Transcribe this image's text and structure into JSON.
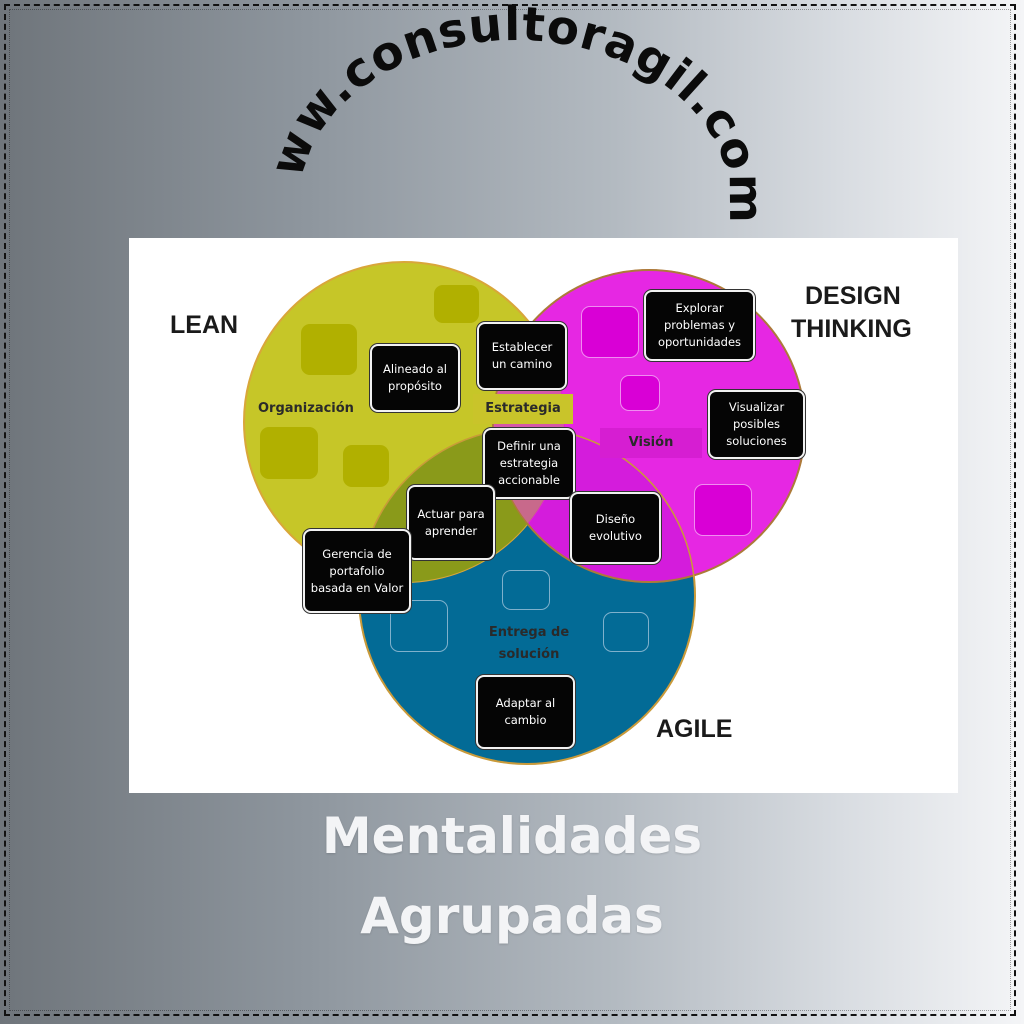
{
  "website": "www.consultoragil.com",
  "caption": {
    "line1": "Mentalidades",
    "line2": "Agrupadas"
  },
  "colors": {
    "lean": "#c4c41f",
    "design_thinking": "#e417e1",
    "agile": "#036b96",
    "box_bg": "#050505",
    "caption": "#f3f4f6"
  },
  "circles": {
    "lean": "LEAN",
    "design_thinking_line1": "DESIGN",
    "design_thinking_line2": "THINKING",
    "agile": "AGILE"
  },
  "areas": {
    "organizacion": "Organización",
    "estrategia": "Estrategia",
    "vision": "Visión",
    "entrega_line1": "Entrega de",
    "entrega_line2": "solución"
  },
  "boxes": {
    "alineado": "Alineado al propósito",
    "establecer": "Establecer un camino",
    "explorar": "Explorar problemas y oportunidades",
    "visualizar": "Visualizar posibles soluciones",
    "definir": "Definir una estrategia accionable",
    "actuar": "Actuar para aprender",
    "diseno": "Diseño evolutivo",
    "gerencia": "Gerencia de portafolio basada en Valor",
    "adaptar": "Adaptar al cambio"
  }
}
